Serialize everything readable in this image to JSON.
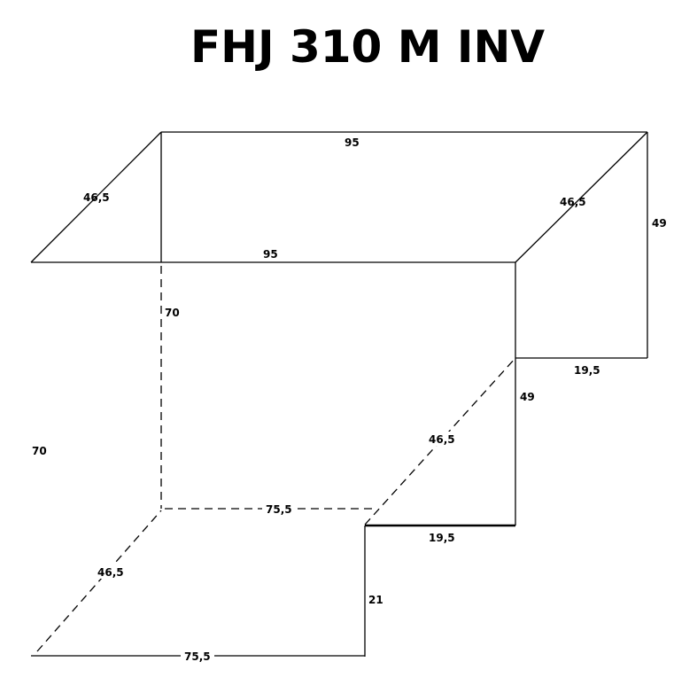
{
  "title": "FHJ 310 M INV",
  "dimensions": {
    "top_back": "95",
    "top_left_depth": "46,5",
    "top_front": "95",
    "top_right_depth": "46,5",
    "right_back_height": "49",
    "hidden_height": "70",
    "front_left_height": "70",
    "right_step_width": "19,5",
    "right_front_height": "49",
    "step_depth": "46,5",
    "hidden_bottom_width": "75,5",
    "lower_step_width": "19,5",
    "bottom_left_depth": "46,5",
    "lower_height": "21",
    "bottom_front_width": "75,5"
  }
}
